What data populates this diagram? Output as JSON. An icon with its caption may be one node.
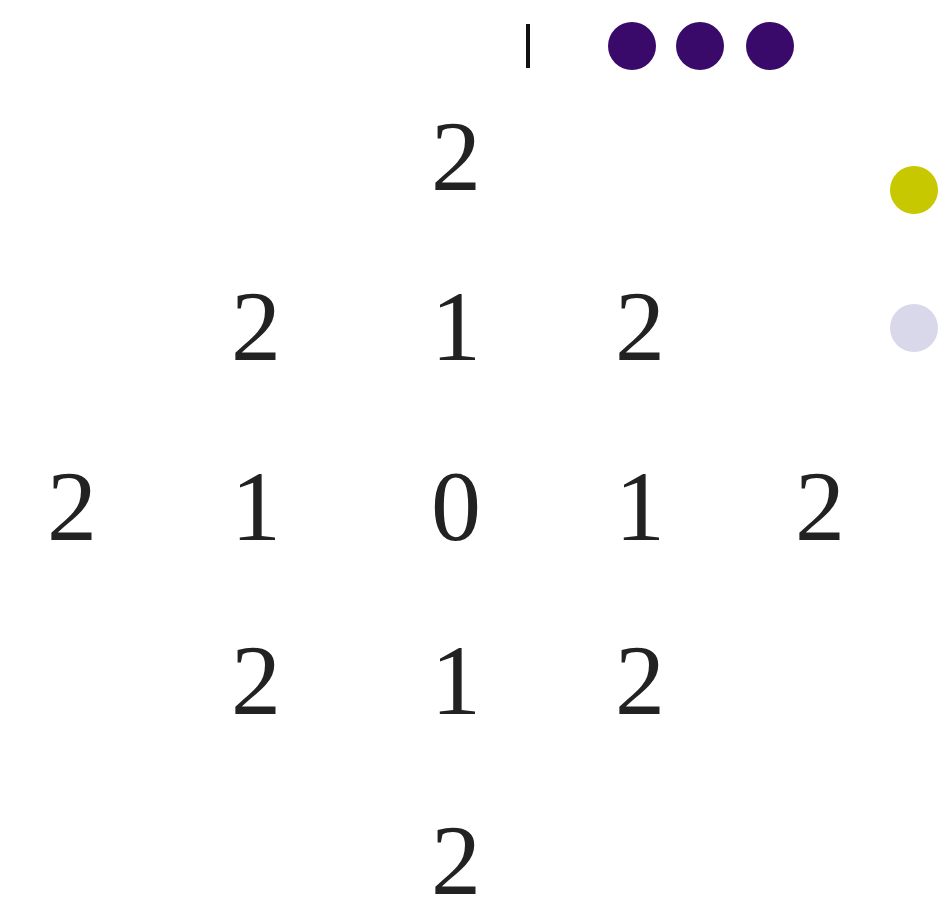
{
  "diagram": {
    "labels": [
      "2",
      "2",
      "1",
      "2",
      "2",
      "1",
      "0",
      "1",
      "2",
      "2",
      "1",
      "2",
      "2"
    ]
  }
}
